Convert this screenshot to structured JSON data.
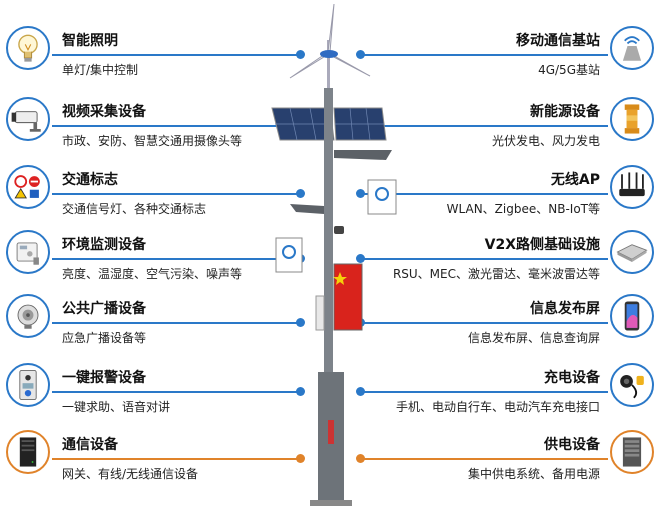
{
  "left": [
    {
      "title": "智能照明",
      "desc": "单灯/集中控制",
      "icon": "light-bulb-icon"
    },
    {
      "title": "视频采集设备",
      "desc": "市政、安防、智慧交通用摄像头等",
      "icon": "camera-icon"
    },
    {
      "title": "交通标志",
      "desc": "交通信号灯、各种交通标志",
      "icon": "traffic-sign-icon"
    },
    {
      "title": "环境监测设备",
      "desc": "亮度、温湿度、空气污染、噪声等",
      "icon": "sensor-icon"
    },
    {
      "title": "公共广播设备",
      "desc": "应急广播设备等",
      "icon": "speaker-icon"
    },
    {
      "title": "一键报警设备",
      "desc": "一键求助、语音对讲",
      "icon": "alarm-panel-icon"
    },
    {
      "title": "通信设备",
      "desc": "网关、有线/无线通信设备",
      "icon": "network-cabinet-icon"
    }
  ],
  "right": [
    {
      "title": "移动通信基站",
      "desc": "4G/5G基站",
      "icon": "base-station-icon"
    },
    {
      "title": "新能源设备",
      "desc": "光伏发电、风力发电",
      "icon": "energy-device-icon"
    },
    {
      "title": "无线AP",
      "desc": "WLAN、Zigbee、NB-IoT等",
      "icon": "wifi-router-icon"
    },
    {
      "title": "V2X路侧基础设施",
      "desc": "RSU、MEC、激光雷达、毫米波雷达等",
      "icon": "roadside-unit-icon"
    },
    {
      "title": "信息发布屏",
      "desc": "信息发布屏、信息查询屏",
      "icon": "phone-screen-icon"
    },
    {
      "title": "充电设备",
      "desc": "手机、电动自行车、电动汽车充电接口",
      "icon": "charging-plug-icon"
    },
    {
      "title": "供电设备",
      "desc": "集中供电系统、备用电源",
      "icon": "power-cabinet-icon"
    }
  ],
  "colors": {
    "accent": "#2a78c8",
    "pole": "#7d838a",
    "flag": "#d9231c"
  }
}
